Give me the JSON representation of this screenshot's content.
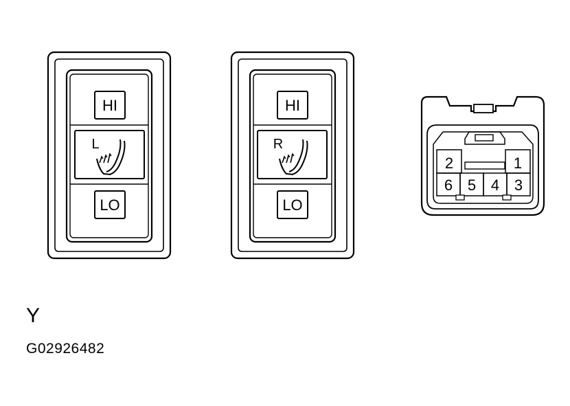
{
  "switches": [
    {
      "name": "left-seat-heater-switch",
      "hi_label": "HI",
      "side_letter": "L",
      "lo_label": "LO",
      "icon": "seat-heater-icon"
    },
    {
      "name": "right-seat-heater-switch",
      "hi_label": "HI",
      "side_letter": "R",
      "lo_label": "LO",
      "icon": "seat-heater-icon"
    }
  ],
  "connector": {
    "pins_top": [
      "2",
      "1"
    ],
    "pins_bottom": [
      "6",
      "5",
      "4",
      "3"
    ]
  },
  "color_code": "Y",
  "figure_id": "G02926482",
  "colors": {
    "line": "#000000",
    "background": "#ffffff"
  }
}
